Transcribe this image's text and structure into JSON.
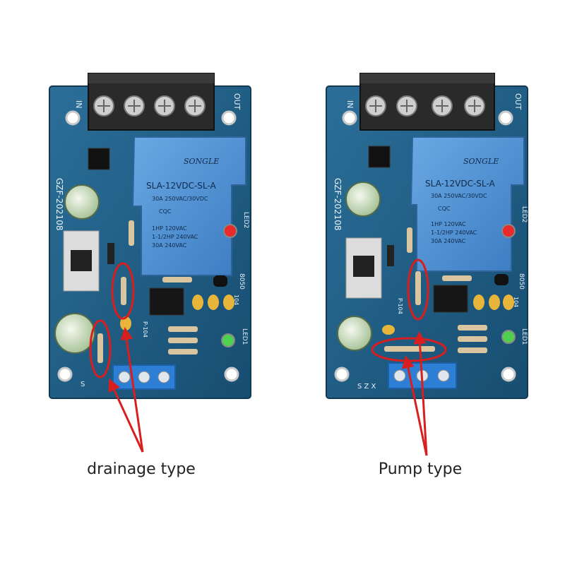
{
  "boards": [
    {
      "id": "left",
      "terminal_in": "IN",
      "terminal_out": "OUT",
      "relay_brand": "SONGLE",
      "relay_model": "SLA-12VDC-SL-A",
      "relay_rating_1": "30A 250VAC/30VDC",
      "relay_rating_2": "1HP 120VAC",
      "relay_rating_3": "1-1/2HP 240VAC",
      "relay_rating_4": "30A 240VAC",
      "cqc": "CQC",
      "board_code": "GZF-202108",
      "led2": "LED2",
      "led1": "LED1",
      "transistor": "8050",
      "cap_code": "104",
      "pot": "P-104",
      "io_labels": "S",
      "caption": "drainage type"
    },
    {
      "id": "right",
      "terminal_in": "IN",
      "terminal_out": "OUT",
      "relay_brand": "SONGLE",
      "relay_model": "SLA-12VDC-SL-A",
      "relay_rating_1": "30A 250VAC/30VDC",
      "relay_rating_2": "1HP 120VAC",
      "relay_rating_3": "1-1/2HP 240VAC",
      "relay_rating_4": "30A 240VAC",
      "cqc": "CQC",
      "board_code": "GZF-202108",
      "led2": "LED2",
      "led1": "LED1",
      "transistor": "8050",
      "cap_code": "104",
      "pot": "P-104",
      "io_labels": "S Z X",
      "caption": "Pump type"
    }
  ],
  "colors": {
    "pcb": "#1f5f86",
    "relay": "#4f8fd0",
    "annotation": "#d81e1e"
  }
}
